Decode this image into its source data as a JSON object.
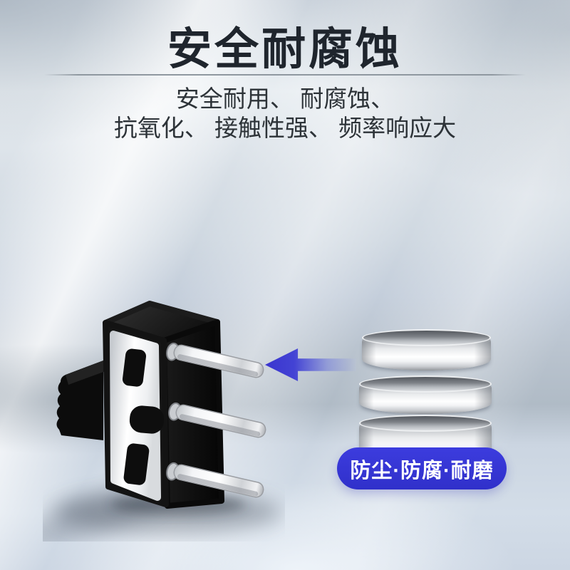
{
  "header": {
    "title": "安全耐腐蚀",
    "subtitle_line1": "安全耐用、 耐腐蚀、",
    "subtitle_line2": "抗氧化、 接触性强、 频率响应大"
  },
  "badge": {
    "label": "防尘·防腐·耐磨"
  },
  "colors": {
    "title_text": "#1f252d",
    "subtitle_text": "#2d3338",
    "divider": "#8f98a0",
    "arrow_blue": "#4140d0",
    "badge_blue": "#3434d6",
    "badge_text": "#ffffff",
    "background_base": "#ccd5e0",
    "wall_shade": "#b0bbc6",
    "floor": "#cfd9e4"
  },
  "graphics": {
    "switch_image": "slide-switch",
    "discs_image": "metal-disc-stack",
    "discs_count": 3,
    "arrow_icon": "arrow-left"
  }
}
